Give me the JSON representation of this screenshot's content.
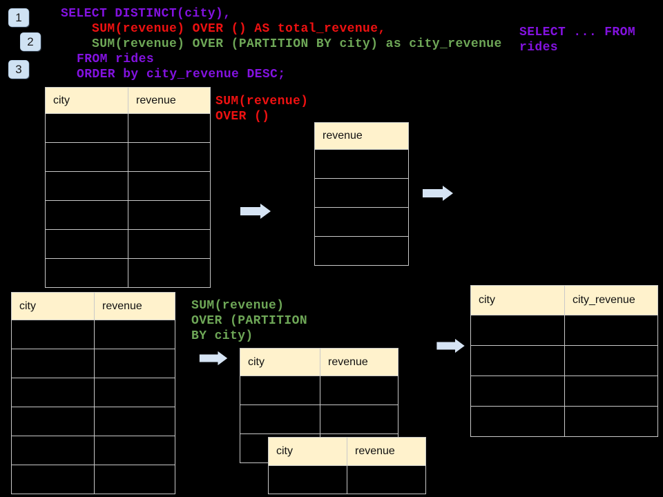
{
  "colors": {
    "background": "#000000",
    "purple": "#8312e0",
    "red": "#ee1111",
    "green": "#6ea757",
    "table_header_bg": "#fff2cc",
    "table_border": "#c9c9c9",
    "arrow_fill": "#d6e4f4",
    "badge_fill": "#cfe2f3",
    "badge_border": "#b8cfe6"
  },
  "steps": [
    {
      "label": "1"
    },
    {
      "label": "2"
    },
    {
      "label": "3"
    }
  ],
  "sql": {
    "line1": "SELECT DISTINCT(city),",
    "line2": "SUM(revenue) OVER () AS total_revenue,",
    "line3": "SUM(revenue) OVER (PARTITION BY city) as city_revenue",
    "line4": "FROM rides",
    "line5": "ORDER by city_revenue DESC;"
  },
  "side_note": {
    "text": "SELECT ... FROM\nrides"
  },
  "labels": {
    "total": {
      "text": "SUM(revenue)\nOVER ()"
    },
    "partition": {
      "text": "SUM(revenue)\nOVER (PARTITION\nBY city)"
    }
  },
  "tables": {
    "source_top": {
      "headers": [
        "city",
        "revenue"
      ],
      "row_count": 6
    },
    "total_result": {
      "headers": [
        "revenue"
      ],
      "row_count": 4
    },
    "source_bottom": {
      "headers": [
        "city",
        "revenue"
      ],
      "row_count": 6
    },
    "partition_a": {
      "headers": [
        "city",
        "revenue"
      ],
      "row_count": 3
    },
    "partition_b": {
      "headers": [
        "city",
        "revenue"
      ],
      "row_count": 1
    },
    "city_revenue_result": {
      "headers": [
        "city",
        "city_revenue"
      ],
      "row_count": 4
    }
  },
  "icons": {
    "arrow": "arrow-right-icon"
  }
}
